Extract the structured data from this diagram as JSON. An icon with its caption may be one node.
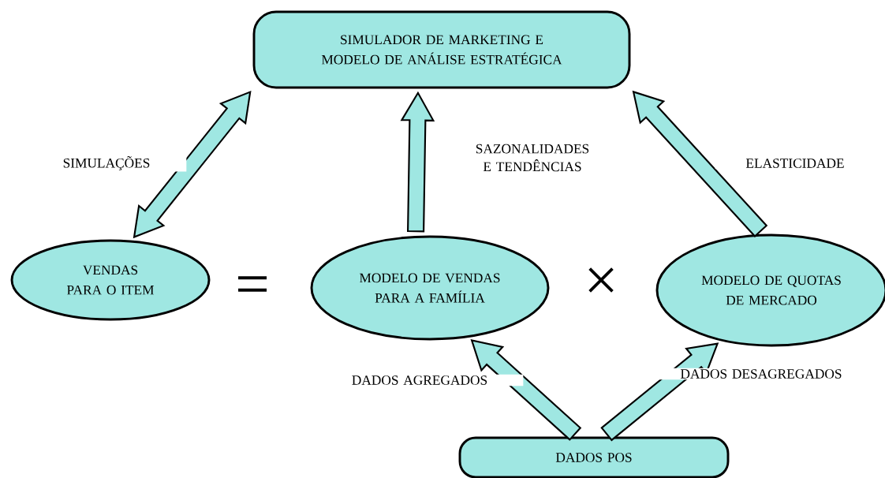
{
  "diagram": {
    "nodes": [
      {
        "text": [
          "SIMULADOR DE MARKETING E MODELO DE ANÁLISE ESTRATÉGICA"
        ]
      },
      {
        "text": [
          "VENDAS PARA O ITEM"
        ]
      },
      {
        "text": [
          "MODELO DE VENDAS PARA A FAMÍLIA"
        ]
      },
      {
        "text": [
          "MODELO DE QUOTAS DE MERCADO"
        ]
      },
      {
        "text": [
          "DADOS POS"
        ]
      }
    ],
    "edges": [
      {
        "from": 1,
        "to": 0,
        "arrow": "both",
        "label": "SIMULAÇÕES"
      },
      {
        "from": 2,
        "to": 0,
        "arrow": "to",
        "label": "SAZONALIDADES E TENDÊNCIAS"
      },
      {
        "from": 3,
        "to": 0,
        "arrow": "to",
        "label": "ELASTICIDADE"
      },
      {
        "from": 4,
        "to": 2,
        "arrow": "to",
        "label": "DADOS AGREGADOS"
      },
      {
        "from": 4,
        "to": 3,
        "arrow": "to",
        "label": "DADOS DESAGREGADOS"
      }
    ],
    "labels": [
      "=",
      "×"
    ]
  }
}
